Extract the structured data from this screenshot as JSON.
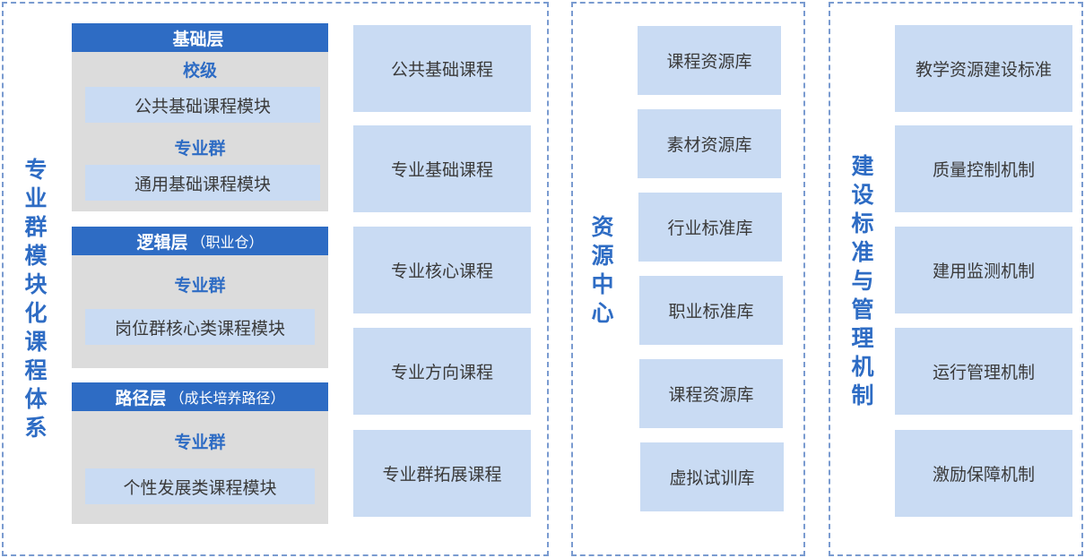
{
  "left_panel": {
    "title": [
      "专",
      "业",
      "群",
      "模",
      "块",
      "化",
      "课",
      "程",
      "体",
      "系"
    ],
    "layers": [
      {
        "header": "基础层",
        "header_note": "",
        "groups": [
          {
            "level": "校级",
            "module": "公共基础课程模块"
          },
          {
            "level": "专业群",
            "module": "通用基础课程模块"
          }
        ]
      },
      {
        "header": "逻辑层",
        "header_note": "（职业仓）",
        "groups": [
          {
            "level": "专业群",
            "module": "岗位群核心类课程模块"
          }
        ]
      },
      {
        "header": "路径层",
        "header_note": "（成长培养路径）",
        "groups": [
          {
            "level": "专业群",
            "module": "个性发展类课程模块"
          }
        ]
      }
    ],
    "courses": [
      "公共基础课程",
      "专业基础课程",
      "专业核心课程",
      "专业方向课程",
      "专业群拓展课程"
    ]
  },
  "middle_panel": {
    "title": [
      "资",
      "源",
      "中",
      "心"
    ],
    "items": [
      "课程资源库",
      "素材资源库",
      "行业标准库",
      "职业标准库",
      "课程资源库",
      "虚拟试训库"
    ]
  },
  "right_panel": {
    "title": [
      "建",
      "设",
      "标",
      "准",
      "与",
      "管",
      "理",
      "机",
      "制"
    ],
    "items": [
      "教学资源建设标准",
      "质量控制机制",
      "建用监测机制",
      "运行管理机制",
      "激励保障机制"
    ]
  },
  "colors": {
    "accent_blue": "#2e6cc4",
    "box_fill": "#c9dbf3",
    "layer_fill": "#dcdcdc",
    "border": "#7a9bd0"
  }
}
